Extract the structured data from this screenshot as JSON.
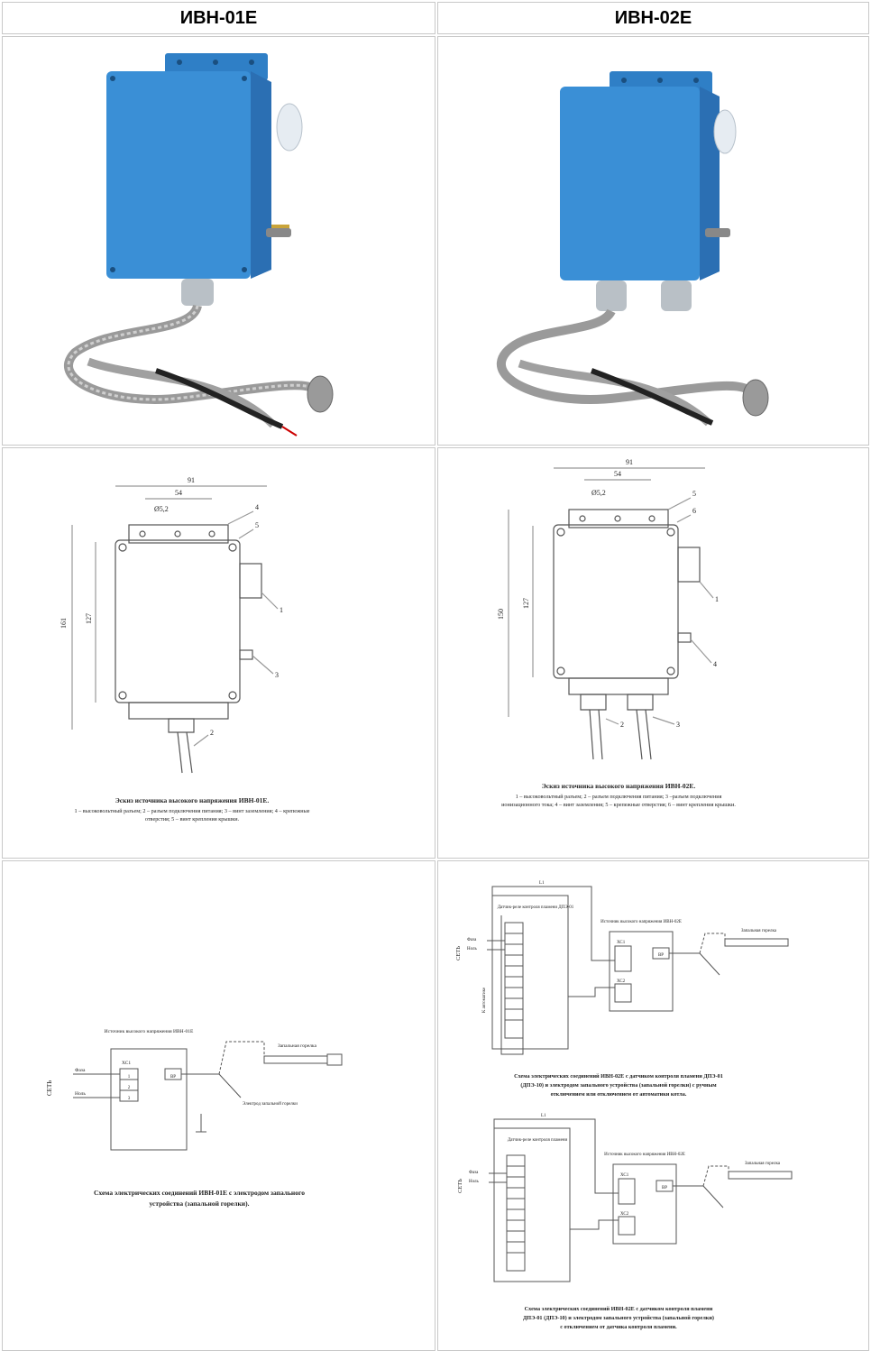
{
  "columns": [
    "ИВН-01Е",
    "ИВН-02Е"
  ],
  "colors": {
    "body_blue": "#3a8fd6",
    "body_dark": "#2b6fb3",
    "cable_gray": "#9a9a9a",
    "line": "#555555"
  },
  "drawing_01": {
    "title": "Эскиз источника высокого напряжения ИВН-01Е.",
    "legend_1": "1 – высоковольтный разъем; 2 – разъем подключения питания; 3 – винт заземления; 4 – крепежные",
    "legend_2": "отверстия; 5 – винт крепления крышки.",
    "dims": [
      "91",
      "54",
      "Ø5,2",
      "161",
      "127"
    ],
    "callouts": [
      "4",
      "5",
      "1",
      "3",
      "2"
    ]
  },
  "drawing_02": {
    "title": "Эскиз источника высокого напряжения ИВН-02Е.",
    "legend_1": "1 – высоковольтный разъем; 2 – разъем подключения питания; 3 –разъем подключения",
    "legend_2": "ионизационного тока; 4 – винт заземления; 5 – крепежные отверстия; 6 – винт крепления крышки.",
    "dims": [
      "91",
      "54",
      "Ø5,2",
      "150",
      "127"
    ],
    "callouts": [
      "5",
      "6",
      "1",
      "4",
      "2",
      "3"
    ]
  },
  "scheme_01": {
    "block_title": "Источник высокого напряжения ИВН-01Е",
    "connector": "ХС1",
    "pins": [
      "1",
      "2",
      "3"
    ],
    "hv": "ВР",
    "net": "СЕТЬ",
    "phase": "Фаза",
    "zero": "Ноль",
    "electrode": "Запальная горелка",
    "note": "Электрод запальной горелки",
    "caption_1": "Схема электрических соединений ИВН-01Е с электродом запального",
    "caption_2": "устройства (запальной горелки)."
  },
  "scheme_02a": {
    "sensor": "Датчик-реле контроля пламени ДПЭ-01",
    "block_title": "Источник высокого напряжения ИВН-02Е",
    "xs1": "ХС1",
    "xs2": "ХС2",
    "hv": "ВР",
    "net": "СЕТЬ",
    "phase": "Фаза",
    "zero": "Ноль",
    "wire": "L1",
    "side": "К автоматике",
    "electrode": "Запальная горелка",
    "caption_1": "Схема электрических соединений ИВН-02Е с датчиком контроля пламени ДПЭ-01",
    "caption_2": "(ДПЭ-10) и электродом запального устройства (запальной горелки) с ручным",
    "caption_3": "отключением или отключением от автоматики котла."
  },
  "scheme_02b": {
    "sensor": "Датчик-реле контроля пламени",
    "block_title": "Источник высокого напряжения ИВН-02Е",
    "xs1": "ХС1",
    "xs2": "ХС2",
    "hv": "ВР",
    "net": "СЕТЬ",
    "phase": "Фаза",
    "zero": "Ноль",
    "wire": "L1",
    "electrode": "Запальная горелка",
    "caption_1": "Схема электрических соединений ИВН-02Е с датчиком контроля пламени",
    "caption_2": "ДПЭ-01 (ДПЭ-10) и электродом запального устройства (запальной горелки)",
    "caption_3": "с отключением от датчика контроля пламени."
  }
}
